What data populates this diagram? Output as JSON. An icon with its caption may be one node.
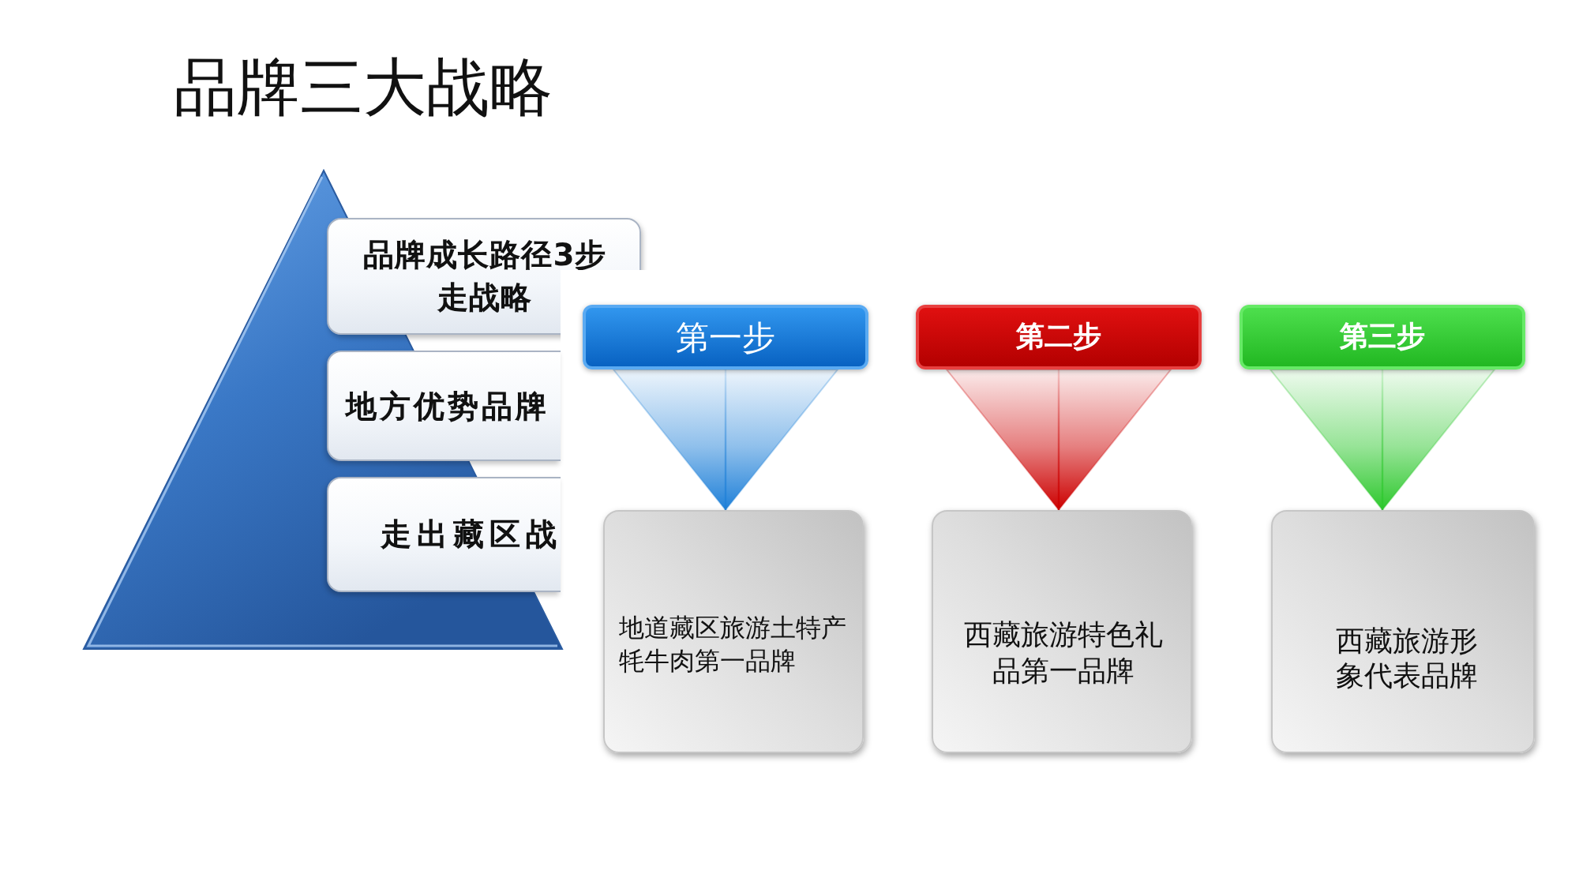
{
  "diagram": {
    "title": "品牌三大战略",
    "nodes": [
      {
        "text": [
          "品牌成长路径3步走战略"
        ]
      },
      {
        "text": [
          "地方优势品牌"
        ]
      },
      {
        "text": [
          "走出藏区战"
        ]
      },
      {
        "text": [
          "第一步"
        ]
      },
      {
        "text": [
          "第二步"
        ]
      },
      {
        "text": [
          "第三步"
        ]
      },
      {
        "text": [
          "地道藏区旅游土特产牦牛肉第一品牌"
        ]
      },
      {
        "text": [
          "西藏旅游特色礼品第一品牌"
        ]
      },
      {
        "text": [
          "西藏旅游形象代表品牌"
        ]
      }
    ],
    "edges": [
      {
        "from": 3,
        "to": 6,
        "arrow": "to",
        "color": "#1f80d8"
      },
      {
        "from": 4,
        "to": 7,
        "arrow": "to",
        "color": "#cc0000"
      },
      {
        "from": 5,
        "to": 8,
        "arrow": "to",
        "color": "#2ec82e"
      }
    ]
  }
}
